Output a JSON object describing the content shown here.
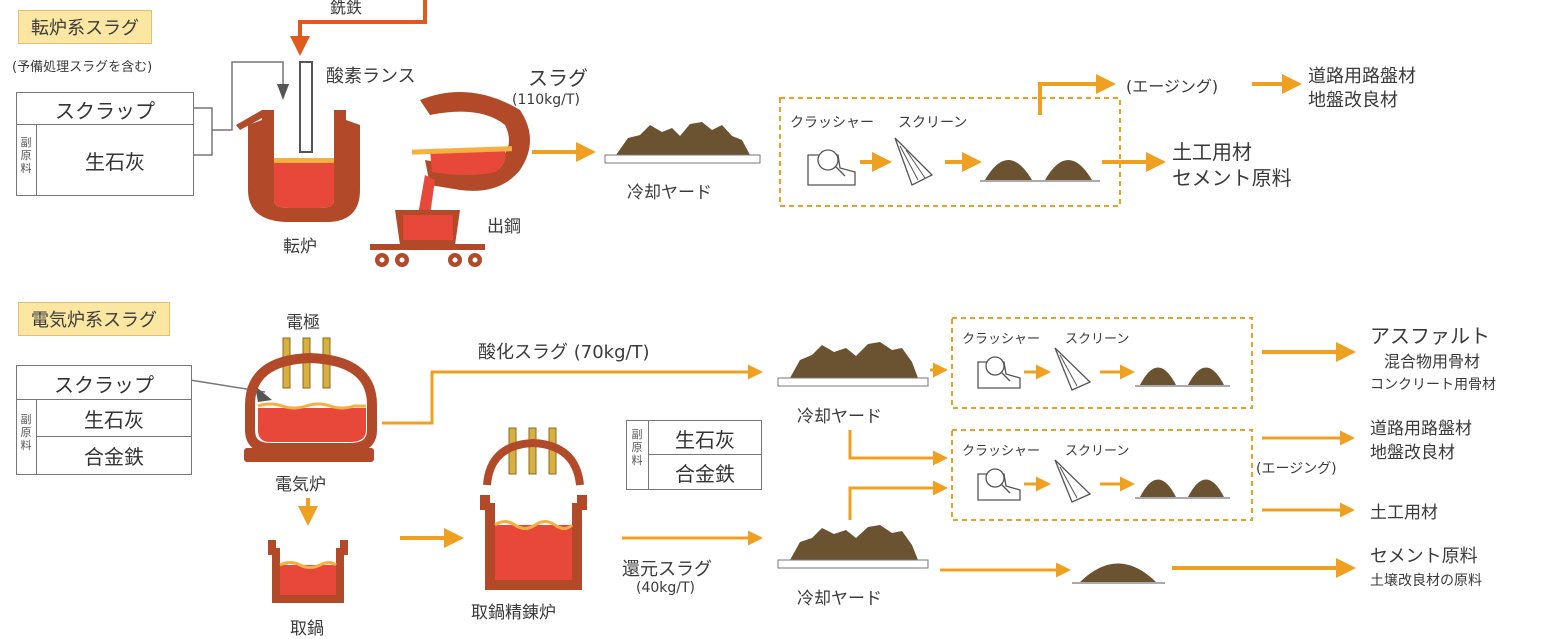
{
  "top": {
    "header": "転炉系スラグ",
    "note": "(予備処理スラグを含む)",
    "pig_iron": "銑鉄",
    "scrap": "スクラップ",
    "aux_label": "副原料",
    "lime": "生石灰",
    "lance": "酸素ランス",
    "converter": "転炉",
    "tapping": "出鋼",
    "slag": "スラグ",
    "slag_amount": "(110kg/T)",
    "yard": "冷却ヤード",
    "crusher": "クラッシャー",
    "screen": "スクリーン",
    "aging": "(エージング)",
    "out1_line1": "道路用路盤材",
    "out1_line2": "地盤改良材",
    "out2_line1": "土工用材",
    "out2_line2": "セメント原料"
  },
  "bottom": {
    "header": "電気炉系スラグ",
    "electrode": "電極",
    "scrap": "スクラップ",
    "aux_label": "副原料",
    "lime": "生石灰",
    "alloy": "合金鉄",
    "eaf": "電気炉",
    "ladle": "取鍋",
    "oxidized_slag": "酸化スラグ (70kg/T)",
    "refining": "取鍋精錬炉",
    "aux_lime": "生石灰",
    "aux_alloy": "合金鉄",
    "reduced_slag": "還元スラグ",
    "reduced_amount": "(40kg/T)",
    "yard1": "冷却ヤード",
    "yard2": "冷却ヤード",
    "crusher1": "クラッシャー",
    "screen1": "スクリーン",
    "crusher2": "クラッシャー",
    "screen2": "スクリーン",
    "aging": "(エージング)",
    "out1_line1": "アスファルト",
    "out1_line2": "混合物用骨材",
    "out1_line3": "コンクリート用骨材",
    "out2_line1": "道路用路盤材",
    "out2_line2": "地盤改良材",
    "out3": "土工用材",
    "out4_line1": "セメント原料",
    "out4_line2": "土壌改良材の原料"
  },
  "colors": {
    "arrow": "#f0a020",
    "vessel": "#b24a2a",
    "molten": "#e8483a",
    "slag_pile": "#6b5230",
    "header_bg": "#fbe7a1"
  }
}
